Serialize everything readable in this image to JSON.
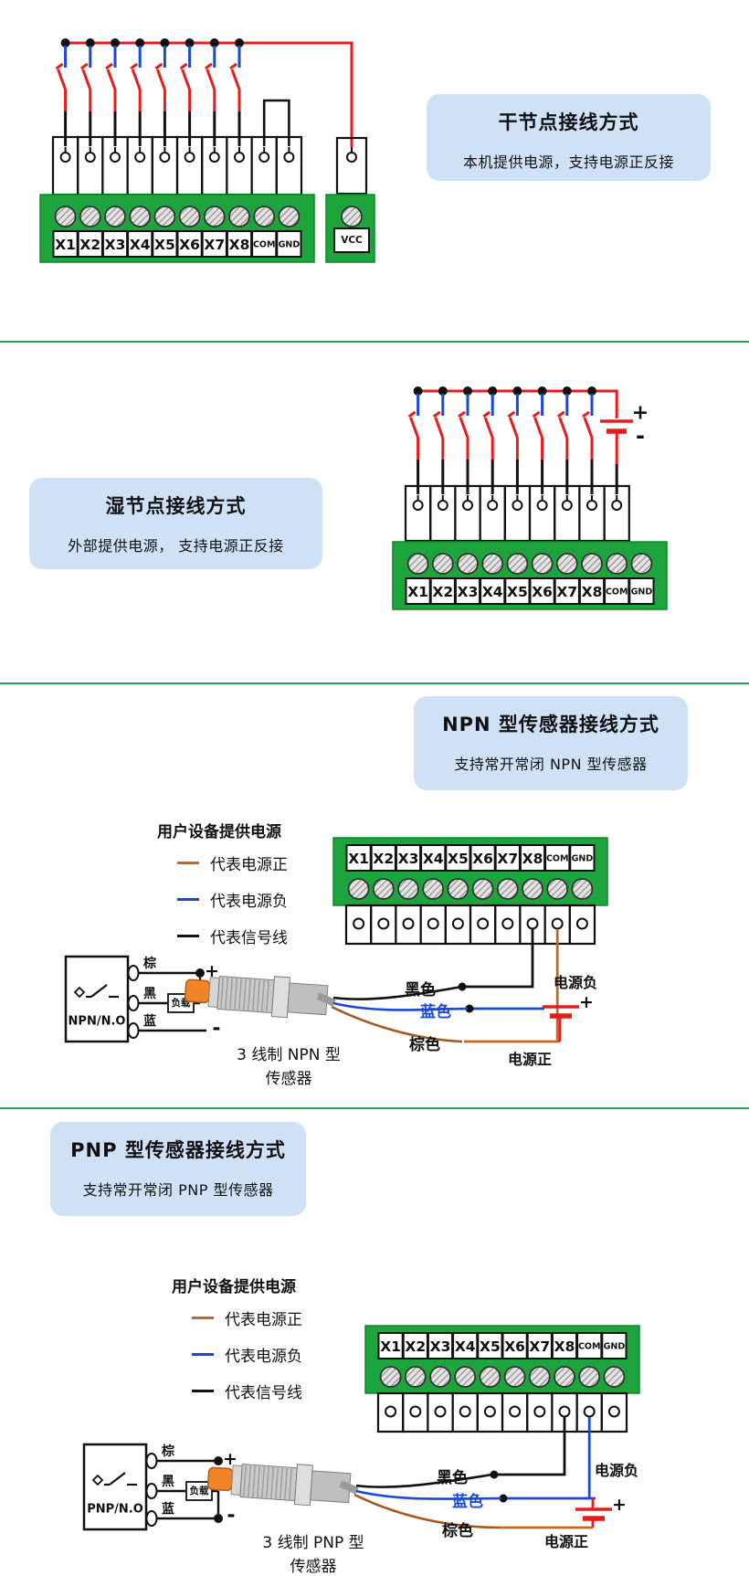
{
  "colors": {
    "block_green": "#1ea43c",
    "wire_red": "#e81c1c",
    "wire_blue": "#1a49d8",
    "wire_orange": "#c9661d",
    "wire_black": "#111111",
    "panel_blue": "#cfe1f7",
    "divider_green": "#2ba44a"
  },
  "section1": {
    "title": "干节点接线方式",
    "subtitle": "本机提供电源，支持电源正反接",
    "terminals": [
      "X1",
      "X2",
      "X3",
      "X4",
      "X5",
      "X6",
      "X7",
      "X8",
      "COM",
      "GND"
    ],
    "vcc": "VCC"
  },
  "section2": {
    "title": "湿节点接线方式",
    "subtitle": "外部提供电源， 支持电源正反接",
    "terminals": [
      "X1",
      "X2",
      "X3",
      "X4",
      "X5",
      "X6",
      "X7",
      "X8",
      "COM",
      "GND"
    ],
    "plus": "+",
    "minus": "-"
  },
  "section3": {
    "title": "NPN 型传感器接线方式",
    "subtitle": "支持常开常闭 NPN 型传感器",
    "legend": {
      "title": "用户设备提供电源",
      "items": [
        {
          "label": "代表电源正",
          "color": "#c9661d"
        },
        {
          "label": "代表电源负",
          "color": "#1a49d8"
        },
        {
          "label": "代表信号线",
          "color": "#111111"
        }
      ]
    },
    "terminals": [
      "X1",
      "X2",
      "X3",
      "X4",
      "X5",
      "X6",
      "X7",
      "X8",
      "COM",
      "GND"
    ],
    "sensor": {
      "box_label": "NPN/N.O",
      "pin_brown": "棕",
      "pin_black": "黑",
      "pin_blue": "蓝",
      "load": "负载",
      "plus": "+",
      "minus": "-"
    },
    "wires": {
      "black": "黑色",
      "blue": "蓝色",
      "brown": "棕色"
    },
    "power": {
      "neg": "电源负",
      "pos": "电源正",
      "plus": "+"
    },
    "caption1": "3 线制 NPN 型",
    "caption2": "传感器"
  },
  "section4": {
    "title": "PNP 型传感器接线方式",
    "subtitle": "支持常开常闭 PNP 型传感器",
    "legend": {
      "title": "用户设备提供电源",
      "items": [
        {
          "label": "代表电源正",
          "color": "#c9661d"
        },
        {
          "label": "代表电源负",
          "color": "#1a49d8"
        },
        {
          "label": "代表信号线",
          "color": "#111111"
        }
      ]
    },
    "terminals": [
      "X1",
      "X2",
      "X3",
      "X4",
      "X5",
      "X6",
      "X7",
      "X8",
      "COM",
      "GND"
    ],
    "sensor": {
      "box_label": "PNP/N.O",
      "pin_brown": "棕",
      "pin_black": "黑",
      "pin_blue": "蓝",
      "load": "负载",
      "plus": "+",
      "minus": "-"
    },
    "wires": {
      "black": "黑色",
      "blue": "蓝色",
      "brown": "棕色"
    },
    "power": {
      "neg": "电源负",
      "pos": "电源正",
      "plus": "+"
    },
    "caption1": "3 线制 PNP 型",
    "caption2": "传感器"
  }
}
